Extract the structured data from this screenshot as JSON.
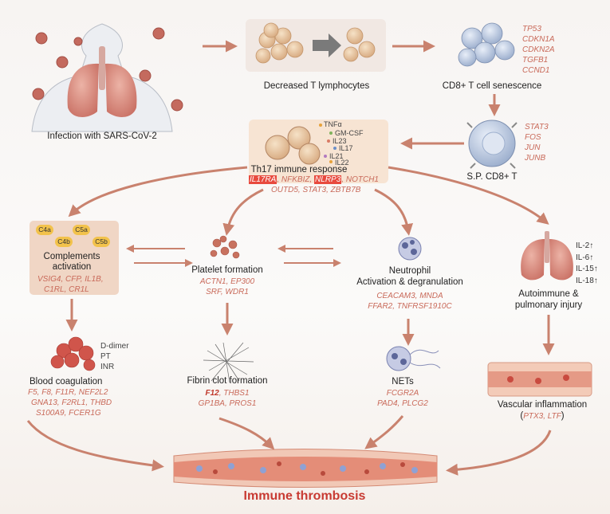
{
  "infection": {
    "label": "Infection with SARS-CoV-2"
  },
  "lymphocytes": {
    "label": "Decreased T lymphocytes"
  },
  "senescence": {
    "label": "CD8+ T cell senescence",
    "genes": [
      "TP53",
      "CDKN1A",
      "CDKN2A",
      "TGFB1",
      "CCND1"
    ]
  },
  "sp_cd8": {
    "label": "S.P. CD8+ T",
    "genes": [
      "STAT3",
      "FOS",
      "JUN",
      "JUNB"
    ]
  },
  "th17": {
    "label": "Th17 immune response",
    "cytokines": [
      "TNFα",
      "GM-CSF",
      "IL23",
      "IL17",
      "IL21",
      "IL22"
    ],
    "genes_line1": [
      "IL17RA",
      "NFKBIZ",
      "NLRP3",
      "NOTCH1"
    ],
    "genes_line2": "OUTD5, STAT3, ZBTB7B"
  },
  "complements": {
    "label_line1": "Complements",
    "label_line2": "activation",
    "bubbles": [
      "C4a",
      "C5a",
      "C4b",
      "C5b"
    ],
    "genes": [
      "VSIG4, CFP, IL1B,",
      "C1RL, CR1L"
    ]
  },
  "platelet": {
    "label": "Platelet formation",
    "genes": [
      "ACTN1, EP300",
      "SRF, WDR1"
    ]
  },
  "neutrophil": {
    "label_line1": "Neutrophil",
    "label_line2": "Activation & degranulation",
    "genes": [
      "CEACAM3, MNDA",
      "FFAR2, TNFRSF1910C"
    ]
  },
  "autoimmune": {
    "label_line1": "Autoimmune &",
    "label_line2": "pulmonary injury",
    "interleukins": [
      "IL-2",
      "IL-6",
      "IL-15",
      "IL-18"
    ],
    "arrow": "↑"
  },
  "coagulation": {
    "label": "Blood coagulation",
    "markers": [
      "D-dimer",
      "PT",
      "INR"
    ],
    "genes": [
      "F5, F8, F11R, NEF2L2",
      "GNA13, F2RL1, THBD",
      "S100A9, FCER1G"
    ]
  },
  "fibrin": {
    "label": "Fibrin clot formation",
    "genes_bold": "F12",
    "genes_line1_rest": ", THBS1",
    "genes_line2": "GP1BA, PROS1"
  },
  "nets": {
    "label": "NETs",
    "genes": [
      "FCGR2A",
      "PAD4, PLCG2"
    ]
  },
  "vascular": {
    "label": "Vascular inflammation",
    "genes_open": "(",
    "genes": "PTX3, LTF",
    "genes_close": ")"
  },
  "outcome": {
    "label": "Immune thrombosis"
  },
  "colors": {
    "arrow": "#c9826e",
    "gene": "#c96a5a",
    "title": "#c83a32",
    "highlight": "#e84a3e",
    "lung": "#d9837a",
    "cell": "#e9c9a5"
  }
}
